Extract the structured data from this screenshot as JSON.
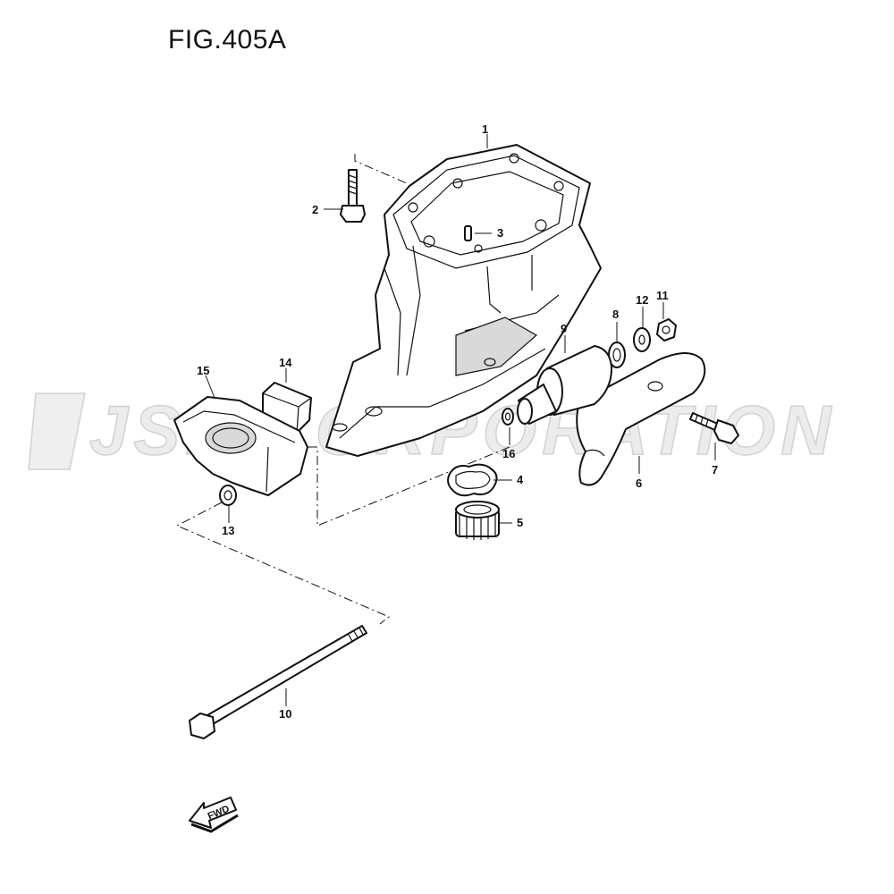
{
  "figure": {
    "title": "FIG.405A"
  },
  "watermark": {
    "text": "JSP CORPORATION"
  },
  "callouts": [
    {
      "id": "c1",
      "label": "1"
    },
    {
      "id": "c2",
      "label": "2"
    },
    {
      "id": "c3",
      "label": "3"
    },
    {
      "id": "c4",
      "label": "4"
    },
    {
      "id": "c5",
      "label": "5"
    },
    {
      "id": "c6",
      "label": "6"
    },
    {
      "id": "c7",
      "label": "7"
    },
    {
      "id": "c8",
      "label": "8"
    },
    {
      "id": "c9",
      "label": "9"
    },
    {
      "id": "c10",
      "label": "10"
    },
    {
      "id": "c11",
      "label": "11"
    },
    {
      "id": "c12",
      "label": "12"
    },
    {
      "id": "c13",
      "label": "13"
    },
    {
      "id": "c14",
      "label": "14"
    },
    {
      "id": "c15",
      "label": "15"
    },
    {
      "id": "c16",
      "label": "16"
    }
  ],
  "direction_indicator": {
    "label": "FWD"
  }
}
